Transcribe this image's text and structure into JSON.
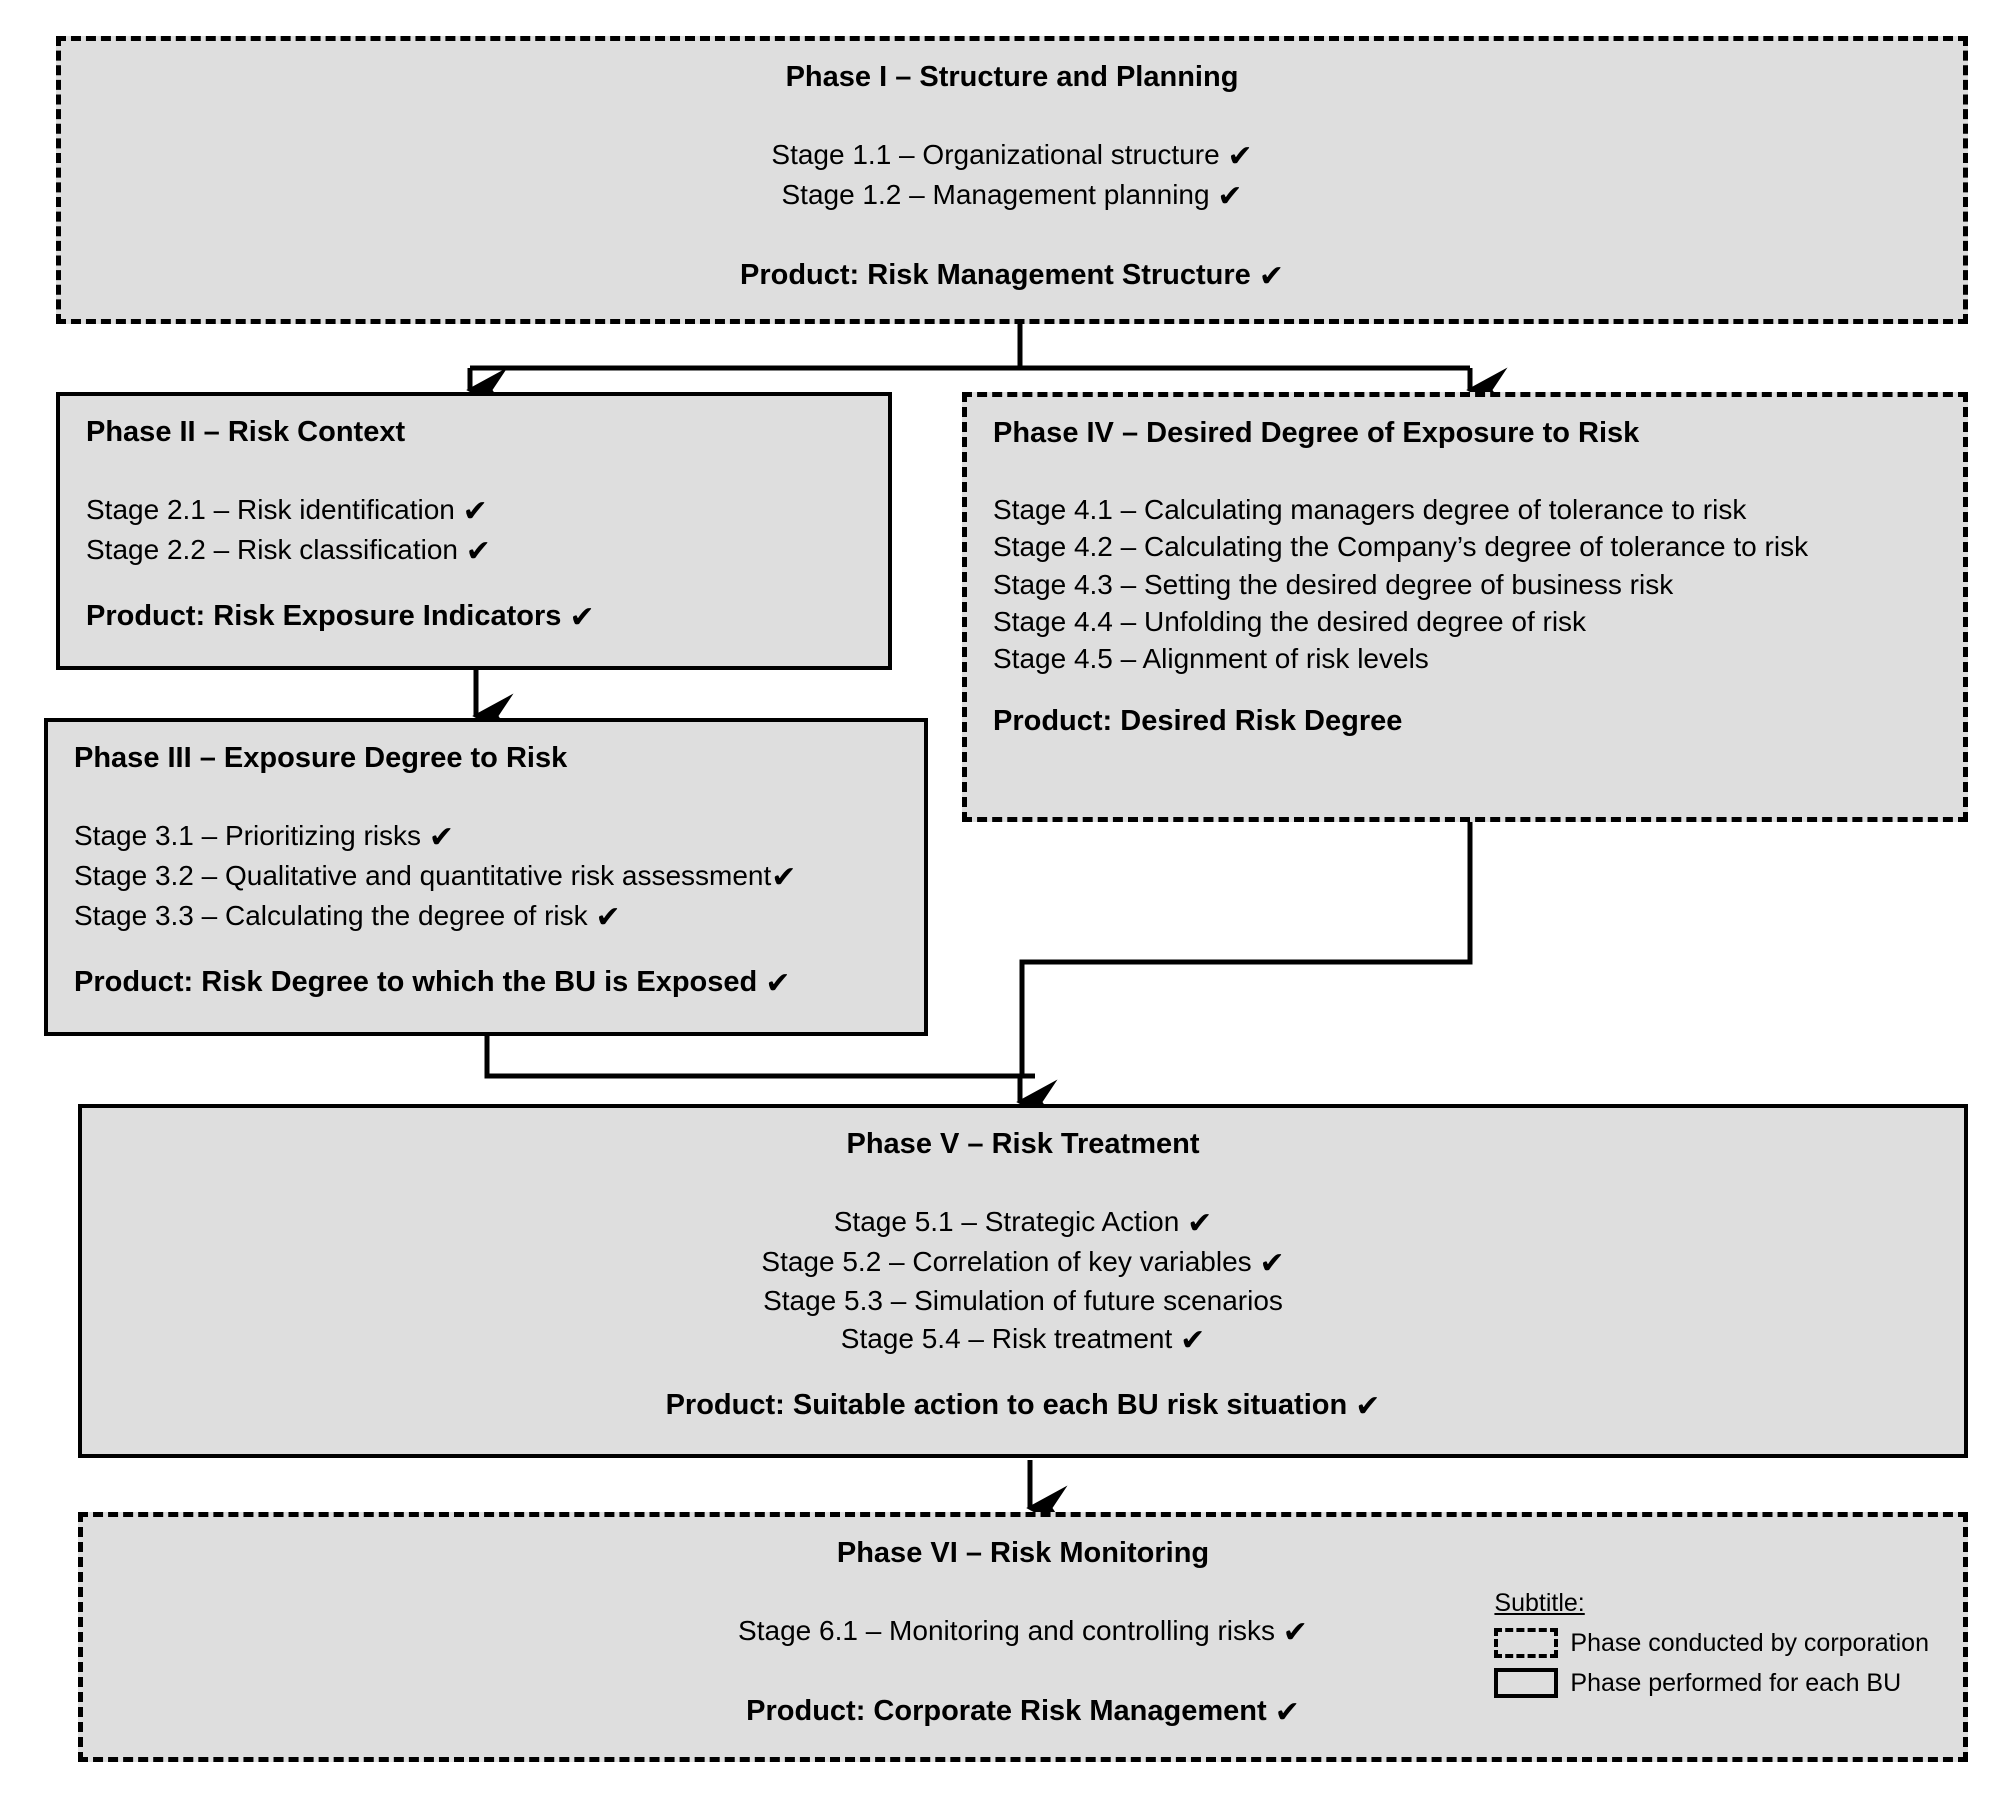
{
  "diagram": {
    "check_glyph": "✔",
    "phases": [
      {
        "id": "phase-1",
        "title": "Phase I – Structure and Planning",
        "border": "dashed",
        "align": "center",
        "stages": [
          {
            "text": "Stage 1.1 – Organizational structure",
            "checked": true
          },
          {
            "text": "Stage 1.2 – Management planning",
            "checked": true
          }
        ],
        "product": {
          "text": "Product: Risk Management Structure",
          "checked": true
        }
      },
      {
        "id": "phase-2",
        "title": "Phase II – Risk Context",
        "border": "solid",
        "align": "left",
        "stages": [
          {
            "text": "Stage 2.1 – Risk identification",
            "checked": true
          },
          {
            "text": "Stage 2.2 – Risk classification",
            "checked": true
          }
        ],
        "product": {
          "text": "Product: Risk Exposure Indicators",
          "checked": true
        }
      },
      {
        "id": "phase-3",
        "title": "Phase III – Exposure Degree to Risk",
        "border": "solid",
        "align": "left",
        "stages": [
          {
            "text": "Stage 3.1 – Prioritizing risks",
            "checked": true
          },
          {
            "text": "Stage 3.2 – Qualitative and quantitative risk assessment",
            "checked": true
          },
          {
            "text": "Stage 3.3 – Calculating the degree of risk",
            "checked": true
          }
        ],
        "product": {
          "text": "Product: Risk Degree to which the BU is Exposed",
          "checked": true
        }
      },
      {
        "id": "phase-4",
        "title": "Phase IV – Desired Degree of Exposure to Risk",
        "border": "dashed",
        "align": "left",
        "stages": [
          {
            "text": "Stage 4.1 – Calculating managers degree of tolerance to risk",
            "checked": false
          },
          {
            "text": "Stage 4.2 – Calculating the Company’s degree of tolerance to risk",
            "checked": false,
            "wrap": true
          },
          {
            "text": "Stage 4.3 – Setting the desired degree of business risk",
            "checked": false
          },
          {
            "text": "Stage 4.4 – Unfolding the desired degree of risk",
            "checked": false
          },
          {
            "text": "Stage 4.5 – Alignment of risk levels",
            "checked": false
          }
        ],
        "product": {
          "text": "Product: Desired Risk Degree",
          "checked": false
        }
      },
      {
        "id": "phase-5",
        "title": "Phase V – Risk Treatment",
        "border": "solid",
        "align": "center",
        "stages": [
          {
            "text": "Stage 5.1 – Strategic Action",
            "checked": true
          },
          {
            "text": "Stage 5.2 – Correlation of key variables",
            "checked": true
          },
          {
            "text": "Stage 5.3 – Simulation of future scenarios",
            "checked": false
          },
          {
            "text": "Stage 5.4 – Risk treatment",
            "checked": true
          }
        ],
        "product": {
          "text": "Product: Suitable action to each BU risk situation",
          "checked": true
        }
      },
      {
        "id": "phase-6",
        "title": "Phase VI – Risk Monitoring",
        "border": "dashed",
        "align": "center",
        "stages": [
          {
            "text": "Stage 6.1 – Monitoring and controlling risks",
            "checked": true
          }
        ],
        "product": {
          "text": "Product: Corporate Risk Management",
          "checked": true
        }
      }
    ],
    "legend": {
      "title": "Subtitle:",
      "items": [
        {
          "style": "dashed",
          "label": "Phase conducted by corporation"
        },
        {
          "style": "solid",
          "label": "Phase performed for each BU"
        }
      ]
    }
  }
}
